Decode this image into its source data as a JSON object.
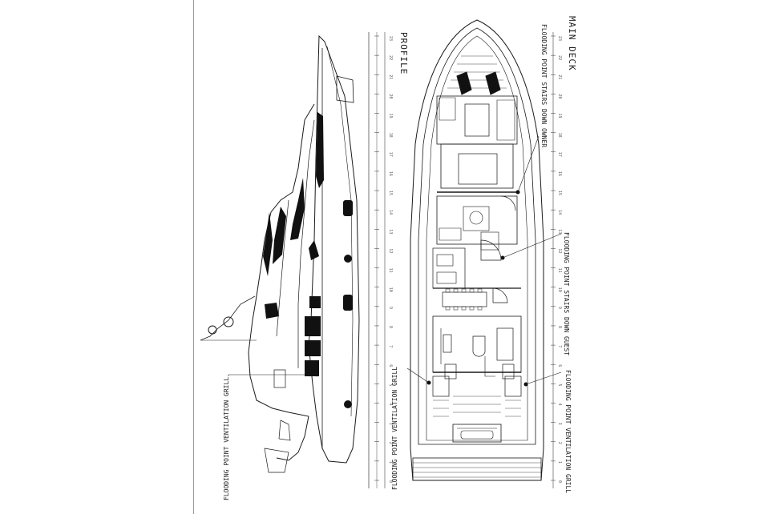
{
  "drawing": {
    "profile_title": "PROFILE",
    "main_deck_title": "MAIN DECK",
    "labels": {
      "vent_profile": "FLOODING POINT VENTILATION GRILL",
      "vent_port": "FLOODING POINT VENTILATION GRILL",
      "vent_starboard": "FLOODING POINT VENTILATION GRILL",
      "stairs_owner": "FLOODING POINT STAIRS DOWN OWNER",
      "stairs_guest": "FLOODING POINT STAIRS DOWN GUEST"
    },
    "frame_numbers": [
      "0",
      "1",
      "2",
      "3",
      "4",
      "5",
      "6",
      "7",
      "8",
      "9",
      "10",
      "11",
      "12",
      "13",
      "14",
      "15",
      "16",
      "17",
      "18",
      "19",
      "20",
      "21",
      "22",
      "23"
    ],
    "colors": {
      "line": "#1a1a1a",
      "fill_dark": "#111111",
      "paper": "#ffffff",
      "border": "#9a9a9a"
    }
  }
}
